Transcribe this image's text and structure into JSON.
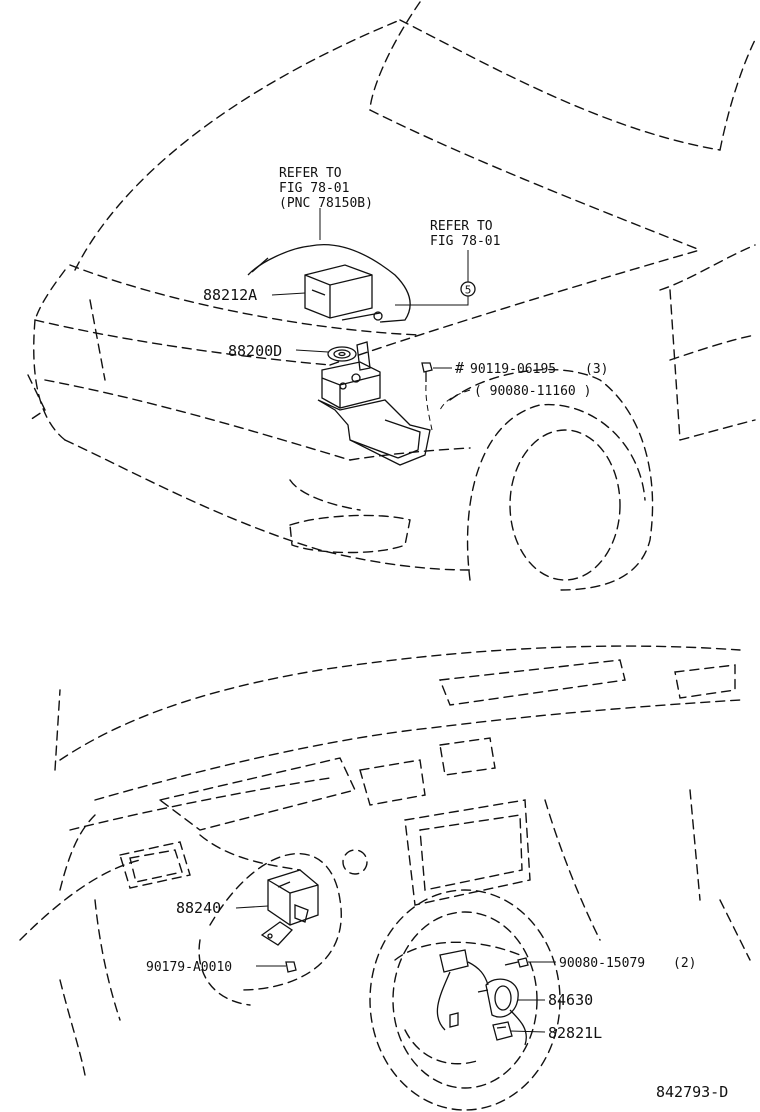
{
  "refs": {
    "refer_top": [
      "REFER TO",
      "FIG 78-01",
      "(PNC 78150B)"
    ],
    "refer_right": [
      "REFER TO",
      "FIG 78-01"
    ],
    "ref_circle": "5"
  },
  "parts": {
    "p88212A": "88212A",
    "p88200D": "88200D",
    "bolt_mark": "#",
    "bolt1": "90119-06195",
    "bolt1_qty": "(3)",
    "bolt2": "( 90080-11160 )",
    "p88240": "88240",
    "p90179": "90179-A0010",
    "p90080b": "90080-15079",
    "p90080b_qty": "(2)",
    "p84630": "84630",
    "p82821L": "82821L"
  },
  "footer": {
    "diagram_id": "842793-D"
  }
}
